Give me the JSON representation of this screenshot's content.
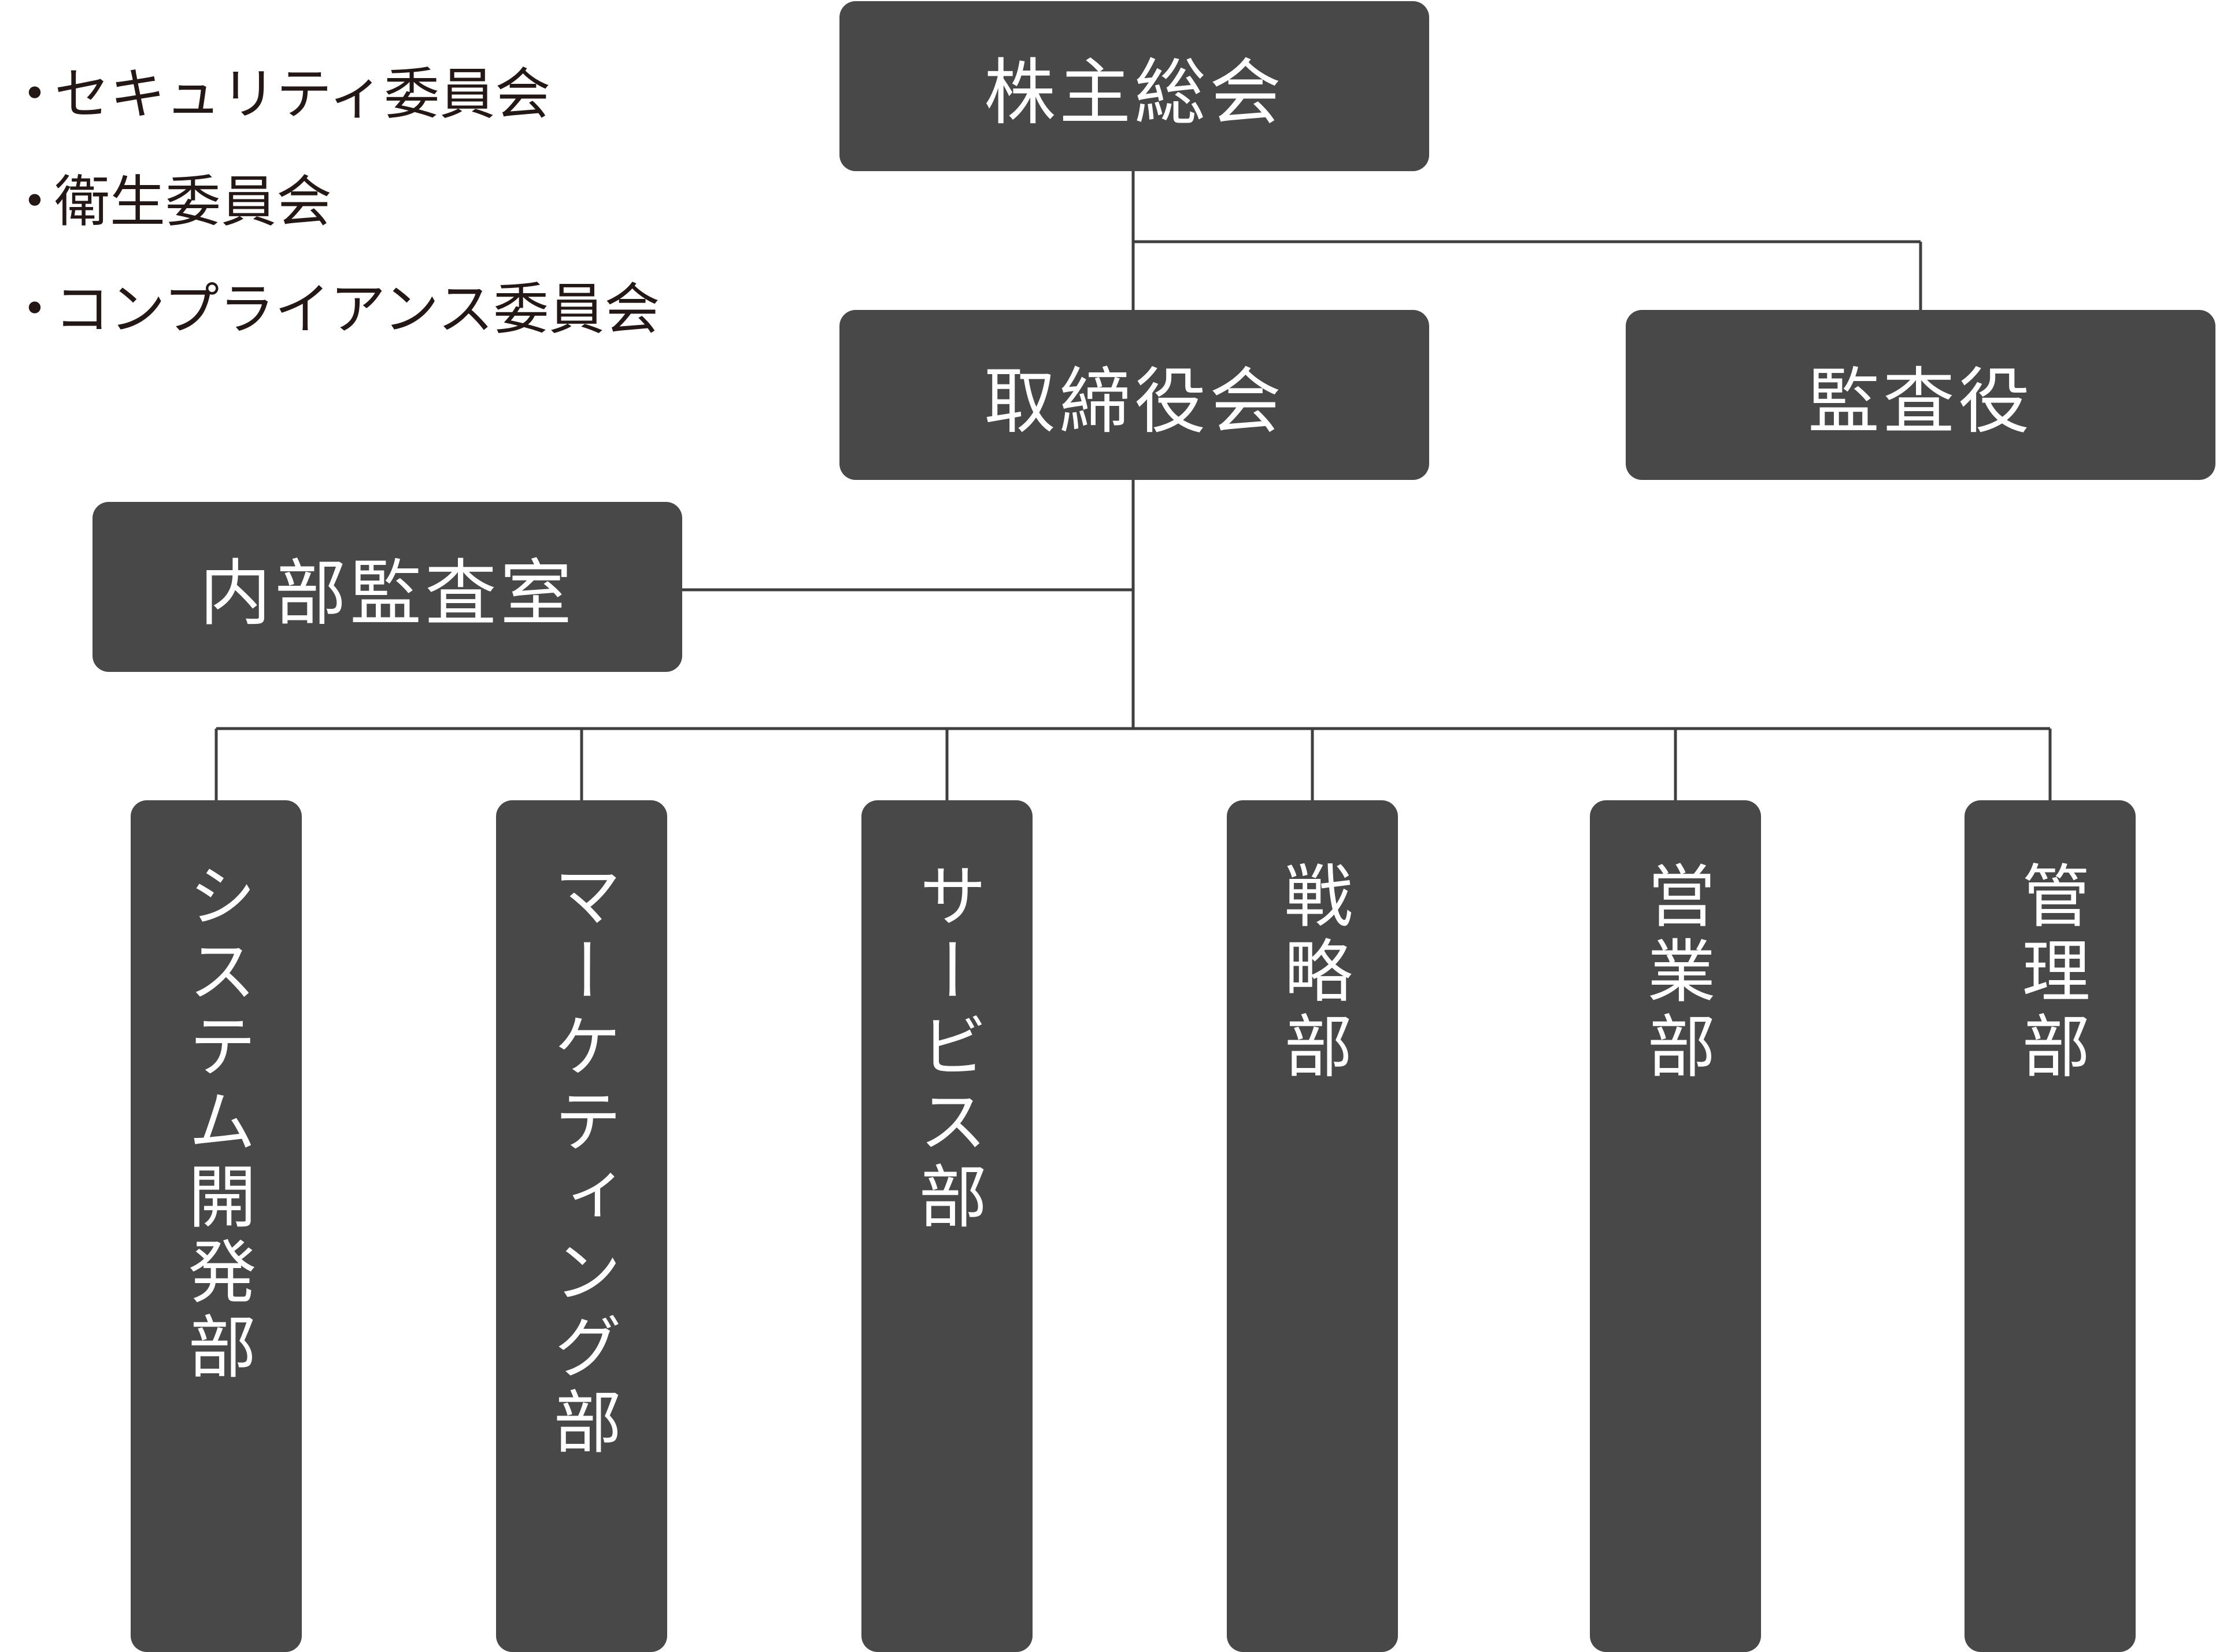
{
  "committees": [
    {
      "bullet": "・",
      "label": "セキュリティ委員会"
    },
    {
      "bullet": "・",
      "label": "衛生委員会"
    },
    {
      "bullet": "・",
      "label": "コンプライアンス委員会"
    }
  ],
  "org": {
    "shareholders_meeting": "株主総会",
    "board_of_directors": "取締役会",
    "auditor": "監査役",
    "internal_audit": "内部監査室",
    "departments": [
      {
        "label": "システム開発部"
      },
      {
        "label": "マーケティング部"
      },
      {
        "label": "サービス部"
      },
      {
        "label": "戦略部"
      },
      {
        "label": "営業部"
      },
      {
        "label": "管理部"
      }
    ]
  },
  "colors": {
    "box_fill": "#484848",
    "box_text": "#ffffff",
    "line": "#3f3f3f",
    "body_text": "#231815"
  }
}
